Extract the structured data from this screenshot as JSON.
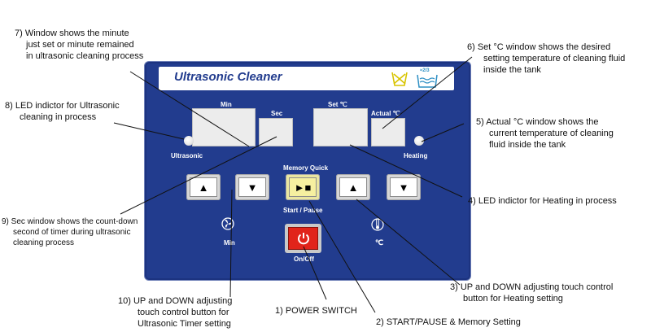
{
  "panel": {
    "title": "Ultrasonic Cleaner",
    "labels": {
      "min": "Min",
      "sec": "Sec",
      "set_c": "Set ℃",
      "actual_c": "Actual ℃",
      "ultrasonic": "Ultrasonic",
      "heating": "Heating",
      "memory_quick": "Memory Quick",
      "start_pause": "Start / Pause",
      "min_icon_label": "Min",
      "c_icon_label": "℃",
      "on_off": "On/Off",
      "bath_icon_text": "≈2/3"
    },
    "buttons": {
      "timer_up": "▲",
      "timer_down": "▼",
      "start_pause": "►■",
      "heat_up": "▲",
      "heat_down": "▼"
    }
  },
  "annotations": {
    "a1": "1)  POWER SWITCH",
    "a2": "2)  START/PAUSE &  Memory Setting",
    "a3_l1": "3)  UP and DOWN adjusting touch control",
    "a3_l2": "button for Heating setting",
    "a4": "4)  LED indictor for Heating in process",
    "a5_l1": "5)  Actual °C window shows the",
    "a5_l2": "current temperature of cleaning",
    "a5_l3": "fluid inside the tank",
    "a6_l1": "6)  Set °C window shows the desired",
    "a6_l2": "setting temperature of cleaning fluid",
    "a6_l3": "inside the tank",
    "a7_l1": "7)  Window shows the minute",
    "a7_l2": "just set or minute remained",
    "a7_l3": "in ultrasonic cleaning process",
    "a8_l1": "8)  LED indictor for Ultrasonic",
    "a8_l2": "cleaning in process",
    "a9_l1": "9) Sec window shows the count-down",
    "a9_l2": "second of timer during ultrasonic",
    "a9_l3": "cleaning process",
    "a10_l1": "10)  UP and DOWN adjusting",
    "a10_l2": "touch control button for",
    "a10_l3": "Ultrasonic Timer setting"
  },
  "colors": {
    "panel": "#223c8e",
    "title_text": "#223c8e",
    "power_button": "#e1241a",
    "start_button": "#f6f0a0",
    "display": "#ececec"
  },
  "icons": [
    "cross-icon",
    "water-bath-icon",
    "fan-icon",
    "thermometer-icon",
    "power-icon",
    "up-arrow-icon",
    "down-arrow-icon",
    "play-pause-icon"
  ]
}
